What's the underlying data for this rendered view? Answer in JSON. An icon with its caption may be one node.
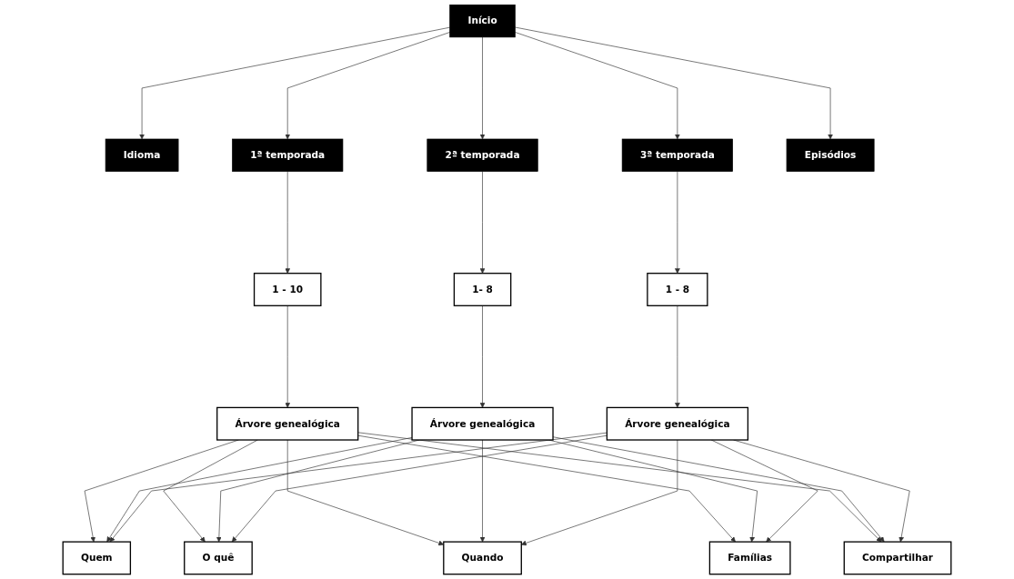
{
  "diagram": {
    "nodes": [
      {
        "text": [
          "Início"
        ]
      },
      {
        "text": [
          "Idioma"
        ]
      },
      {
        "text": [
          "1ª temporada"
        ]
      },
      {
        "text": [
          "2ª temporada"
        ]
      },
      {
        "text": [
          "3ª temporada"
        ]
      },
      {
        "text": [
          "Episódios"
        ]
      },
      {
        "text": [
          "1 - 10"
        ]
      },
      {
        "text": [
          "1- 8"
        ]
      },
      {
        "text": [
          "1 - 8"
        ]
      },
      {
        "text": [
          "Árvore genealógica"
        ]
      },
      {
        "text": [
          "Árvore genealógica"
        ]
      },
      {
        "text": [
          "Árvore genealógica"
        ]
      },
      {
        "text": [
          "Quem"
        ]
      },
      {
        "text": [
          "O quê"
        ]
      },
      {
        "text": [
          "Quando"
        ]
      },
      {
        "text": [
          "Famílias"
        ]
      },
      {
        "text": [
          "Compartilhar"
        ]
      }
    ],
    "edges": [
      {
        "from": 0,
        "to": 1,
        "arrow": "to"
      },
      {
        "from": 0,
        "to": 2,
        "arrow": "to"
      },
      {
        "from": 0,
        "to": 3,
        "arrow": "to"
      },
      {
        "from": 0,
        "to": 4,
        "arrow": "to"
      },
      {
        "from": 0,
        "to": 5,
        "arrow": "to"
      },
      {
        "from": 2,
        "to": 6,
        "arrow": "to"
      },
      {
        "from": 3,
        "to": 7,
        "arrow": "to"
      },
      {
        "from": 4,
        "to": 8,
        "arrow": "to"
      },
      {
        "from": 6,
        "to": 9,
        "arrow": "to"
      },
      {
        "from": 7,
        "to": 10,
        "arrow": "to"
      },
      {
        "from": 8,
        "to": 11,
        "arrow": "to"
      },
      {
        "from": 9,
        "to": 12,
        "arrow": "to"
      },
      {
        "from": 9,
        "to": 13,
        "arrow": "to"
      },
      {
        "from": 9,
        "to": 14,
        "arrow": "to"
      },
      {
        "from": 9,
        "to": 15,
        "arrow": "to"
      },
      {
        "from": 9,
        "to": 16,
        "arrow": "to"
      },
      {
        "from": 10,
        "to": 12,
        "arrow": "to"
      },
      {
        "from": 10,
        "to": 13,
        "arrow": "to"
      },
      {
        "from": 10,
        "to": 14,
        "arrow": "to"
      },
      {
        "from": 10,
        "to": 15,
        "arrow": "to"
      },
      {
        "from": 10,
        "to": 16,
        "arrow": "to"
      },
      {
        "from": 11,
        "to": 12,
        "arrow": "to"
      },
      {
        "from": 11,
        "to": 13,
        "arrow": "to"
      },
      {
        "from": 11,
        "to": 14,
        "arrow": "to"
      },
      {
        "from": 11,
        "to": 15,
        "arrow": "to"
      },
      {
        "from": 11,
        "to": 16,
        "arrow": "to"
      }
    ]
  }
}
